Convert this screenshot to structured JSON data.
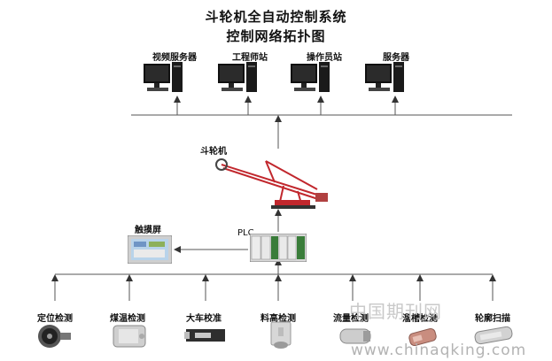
{
  "title": {
    "line1": "斗轮机全自动控制系统",
    "line2": "控制网络拓扑图"
  },
  "computers": [
    {
      "label": "视频服务器",
      "icon": "desktop-computer-icon"
    },
    {
      "label": "工程师站",
      "icon": "desktop-computer-icon"
    },
    {
      "label": "操作员站",
      "icon": "desktop-computer-icon"
    },
    {
      "label": "服务器",
      "icon": "desktop-computer-icon"
    }
  ],
  "machine": {
    "label": "斗轮机",
    "icon": "bucket-wheel-stacker-reclaimer"
  },
  "plc": {
    "label": "PLC"
  },
  "touchscreen": {
    "label": "触摸屏"
  },
  "sensors": [
    {
      "label": "定位检测",
      "icon": "rotary-encoder-icon"
    },
    {
      "label": "煤温检测",
      "icon": "temperature-sensor-icon"
    },
    {
      "label": "大车校准",
      "icon": "calibration-sensor-icon"
    },
    {
      "label": "料高检测",
      "icon": "level-sensor-icon"
    },
    {
      "label": "流量检测",
      "icon": "flow-sensor-icon"
    },
    {
      "label": "溜槽检测",
      "icon": "chute-sensor-icon"
    },
    {
      "label": "轮廓扫描",
      "icon": "laser-scanner-icon"
    }
  ],
  "watermark": {
    "cn": "中国期刊网",
    "url": "www.chinaqking.com"
  },
  "colors": {
    "line": "#555555",
    "machine": "#c1272d",
    "plc": "#3a7d3a"
  }
}
